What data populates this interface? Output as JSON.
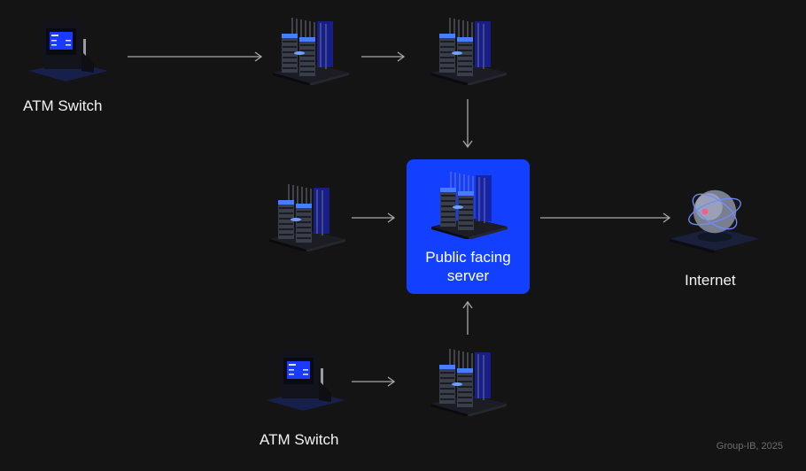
{
  "nodes": {
    "atm_top": {
      "label": "ATM Switch",
      "icon": "atm-machine-icon"
    },
    "server_1": {
      "icon": "server-rack-icon"
    },
    "server_2": {
      "icon": "server-rack-icon"
    },
    "server_3": {
      "icon": "server-rack-icon"
    },
    "public_server": {
      "label": "Public facing server",
      "icon": "server-rack-icon"
    },
    "internet": {
      "label": "Internet",
      "icon": "globe-icon"
    },
    "atm_bottom": {
      "label": "ATM Switch",
      "icon": "atm-machine-icon"
    },
    "server_4": {
      "icon": "server-rack-icon"
    }
  },
  "edges": [
    {
      "from": "atm_top",
      "to": "server_1"
    },
    {
      "from": "server_1",
      "to": "server_2"
    },
    {
      "from": "server_2",
      "to": "public_server"
    },
    {
      "from": "server_3",
      "to": "public_server"
    },
    {
      "from": "public_server",
      "to": "internet"
    },
    {
      "from": "atm_bottom",
      "to": "server_4"
    },
    {
      "from": "server_4",
      "to": "public_server"
    }
  ],
  "colors": {
    "background": "#141414",
    "highlight": "#1340ff",
    "arrow": "#a8a8a8"
  },
  "footer": "Group-IB, 2025"
}
